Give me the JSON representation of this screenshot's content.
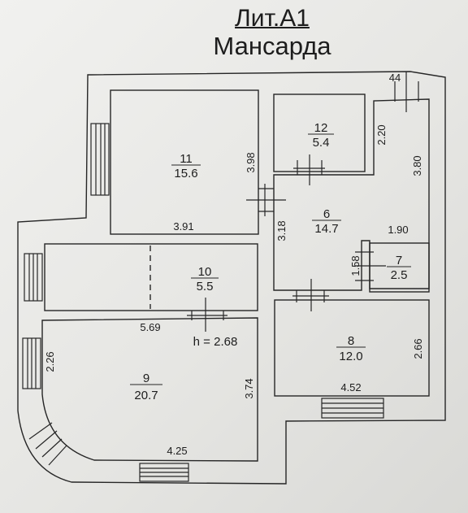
{
  "title": {
    "line1": "Лит.А1",
    "line2": "Мансарда"
  },
  "rooms": [
    {
      "number": "11",
      "area": "15.6"
    },
    {
      "number": "12",
      "area": "5.4"
    },
    {
      "number": "6",
      "area": "14.7"
    },
    {
      "number": "7",
      "area": "2.5"
    },
    {
      "number": "10",
      "area": "5.5"
    },
    {
      "number": "8",
      "area": "12.0"
    },
    {
      "number": "9",
      "area": "20.7"
    }
  ],
  "dimensions": {
    "d44": "44",
    "d398": "3.98",
    "d391": "3.91",
    "d220": "2.20",
    "d380": "3.80",
    "d318": "3.18",
    "d190": "1.90",
    "d158": "1.58",
    "d569": "5.69",
    "d266": "2.66",
    "d452": "4.52",
    "d226": "2.26",
    "d374": "3.74",
    "d425": "4.25"
  },
  "ceiling_height": "h = 2.68",
  "colors": {
    "line": "#262626",
    "paper": "#ececea"
  }
}
